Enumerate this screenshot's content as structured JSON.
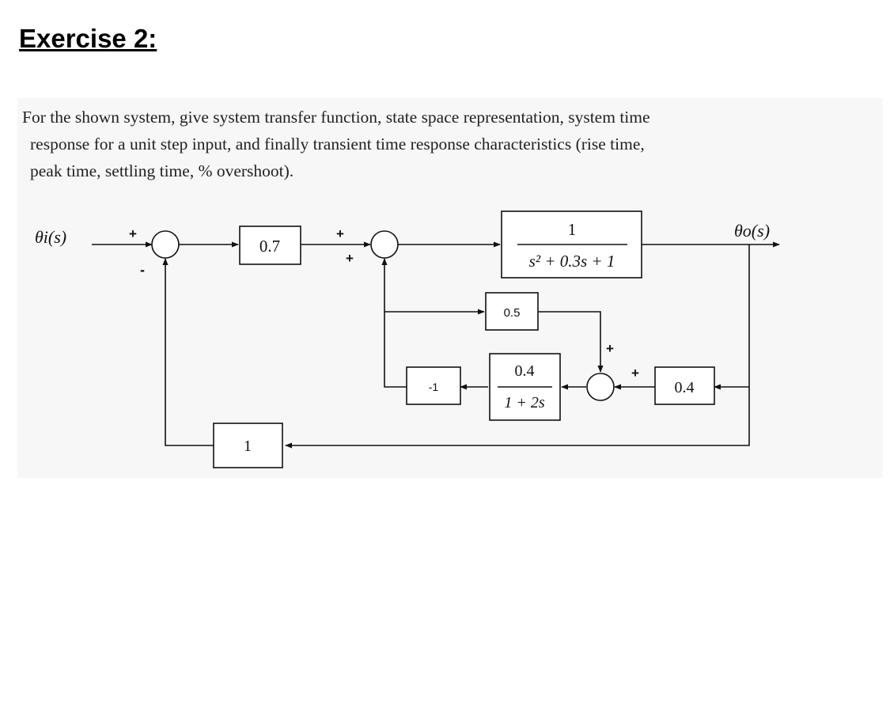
{
  "heading": "Exercise 2:",
  "prompt": {
    "line1": "For the shown system, give system transfer function, state space representation, system time",
    "line2": "response for a unit step input, and finally transient time response characteristics (rise time,",
    "line3": "peak time, settling time, % overshoot)."
  },
  "diagram": {
    "input_label": "θi(s)",
    "output_label": "θo(s)",
    "blocks": {
      "gain_forward": "0.7",
      "plant_numerator": "1",
      "plant_denominator": "s² + 0.3s + 1",
      "gain_branch": "0.5",
      "filter_numerator": "0.4",
      "filter_denominator": "1 + 2s",
      "gain_neg": "-1",
      "gain_feedback": "0.4",
      "gain_unity": "1"
    },
    "signs": {
      "sum1_top": "+",
      "sum1_bottom": "-",
      "sum2_top": "+",
      "sum2_bottom": "+",
      "sum3_top": "+",
      "sum3_right": "+"
    }
  }
}
